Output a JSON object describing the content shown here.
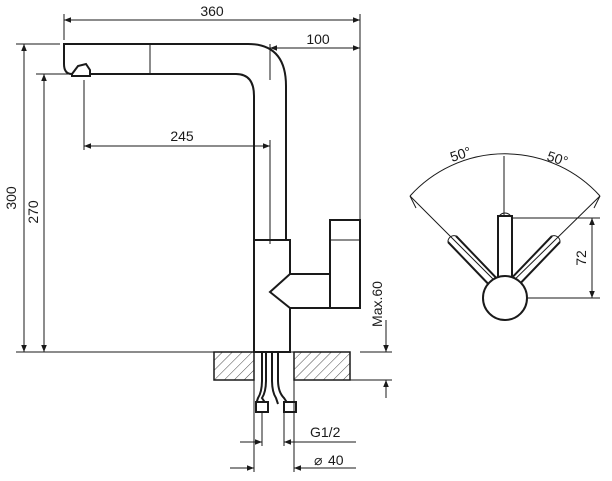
{
  "dimensions": {
    "overall_reach": "360",
    "body_to_spout_axis": "100",
    "spout_reach": "245",
    "overall_height": "300",
    "spout_height": "270",
    "max_counter_thickness": "Max.60",
    "thread_size": "G1/2",
    "hole_diameter": "40",
    "left_handle_angle": "50°",
    "right_handle_angle": "50°",
    "handle_height": "72"
  },
  "symbols": {
    "diameter_symbol": "⌀"
  },
  "colors": {
    "line": "#1a1a1a",
    "background": "#ffffff"
  }
}
